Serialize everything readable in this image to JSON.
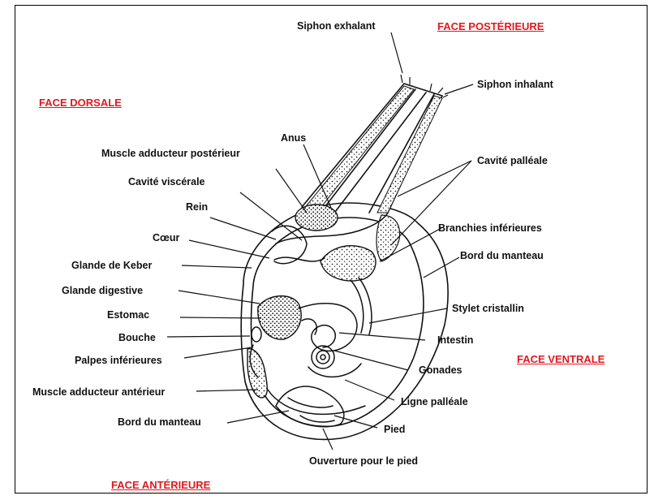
{
  "colors": {
    "face_label": "#e0191f",
    "ink": "#111111",
    "background": "#ffffff"
  },
  "faces": {
    "posterior": "FACE POSTÉRIEURE",
    "dorsal": "FACE DORSALE",
    "ventral": "FACE VENTRALE",
    "anterior": "FACE ANTÉRIEURE"
  },
  "labels": {
    "siphon_exhalant": "Siphon exhalant",
    "siphon_inhalant": "Siphon inhalant",
    "anus": "Anus",
    "muscle_adducteur_posterieur": "Muscle adducteur postérieur",
    "cavite_viscerale": "Cavité viscérale",
    "rein": "Rein",
    "coeur": "Cœur",
    "glande_keber": "Glande de Keber",
    "glande_digestive": "Glande digestive",
    "estomac": "Estomac",
    "bouche": "Bouche",
    "palpes_inferieures": "Palpes inférieures",
    "muscle_adducteur_anterieur": "Muscle adducteur antérieur",
    "bord_manteau_left": "Bord du manteau",
    "cavite_palleale": "Cavité palléale",
    "branchies_inferieures": "Branchies inférieures",
    "bord_manteau_right": "Bord du manteau",
    "stylet_cristallin": "Stylet cristallin",
    "intestin": "Intestin",
    "gonades": "Gonades",
    "ligne_palleale": "Ligne palléale",
    "pied": "Pied",
    "ouverture_pied": "Ouverture pour le pied"
  }
}
